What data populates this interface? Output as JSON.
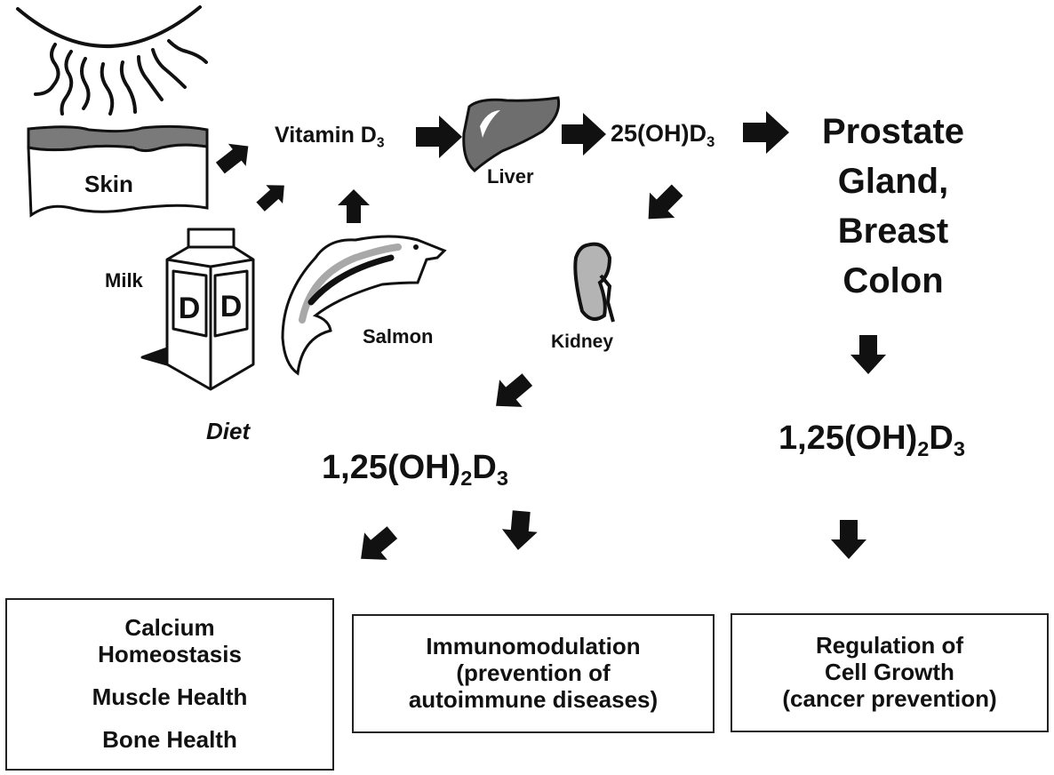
{
  "sources": {
    "skin": "Skin",
    "milk": "Milk",
    "salmon": "Salmon",
    "diet": "Diet",
    "carton_letter": "D"
  },
  "pathway": {
    "vitamin_d3": {
      "base": "Vitamin D",
      "sub": "3"
    },
    "liver": "Liver",
    "hydroxy_d3": {
      "base": "25(OH)D",
      "sub": "3"
    },
    "kidney": "Kidney",
    "tissues": [
      "Prostate",
      "Gland,",
      "Breast",
      "Colon"
    ],
    "calcitriol_kidney": {
      "pre": "1,25(OH)",
      "sub1": "2",
      "mid": "D",
      "sub2": "3"
    },
    "calcitriol_tissue": {
      "pre": "1,25(OH)",
      "sub1": "2",
      "mid": "D",
      "sub2": "3"
    }
  },
  "outcomes": [
    {
      "lines": [
        "Calcium",
        "Homeostasis",
        "Muscle Health",
        "Bone Health"
      ]
    },
    {
      "lines": [
        "Immunomodulation",
        "(prevention of",
        "autoimmune diseases)"
      ]
    },
    {
      "lines": [
        "Regulation of",
        "Cell Growth",
        "(cancer prevention)"
      ]
    }
  ],
  "colors": {
    "organ_gray": "#6e6e6e",
    "kidney_gray": "#b4b4b4",
    "skin_gray": "#7a7a7a",
    "salmon_stripe": "#a8a8a8"
  }
}
